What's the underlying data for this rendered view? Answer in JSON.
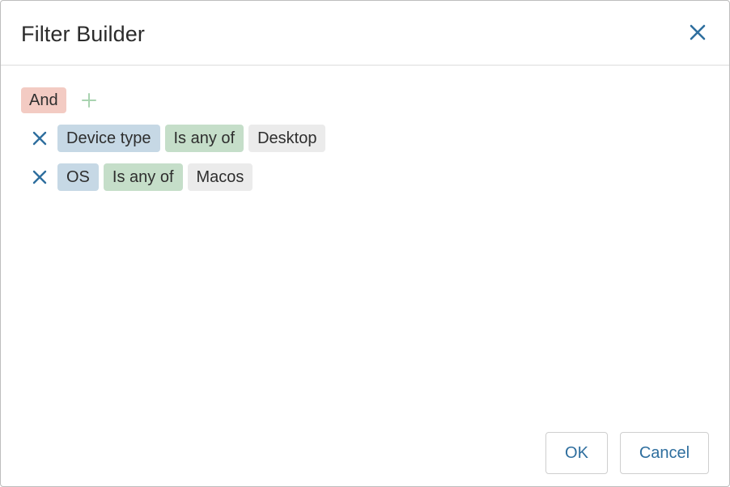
{
  "dialog": {
    "title": "Filter Builder",
    "close_icon": "close-icon"
  },
  "group": {
    "operator": "And",
    "add_icon": "plus-icon"
  },
  "conditions": [
    {
      "field": "Device type",
      "operator": "Is any of",
      "value": "Desktop",
      "remove_icon": "close-icon"
    },
    {
      "field": "OS",
      "operator": "Is any of",
      "value": "Macos",
      "remove_icon": "close-icon"
    }
  ],
  "footer": {
    "ok_label": "OK",
    "cancel_label": "Cancel"
  },
  "colors": {
    "accent": "#2e6e9e",
    "group_chip": "#f3cbc3",
    "field_chip": "#c6d8e5",
    "operator_chip": "#c5dec9",
    "value_chip": "#ebebeb",
    "add_icon": "#a9d3b0"
  }
}
